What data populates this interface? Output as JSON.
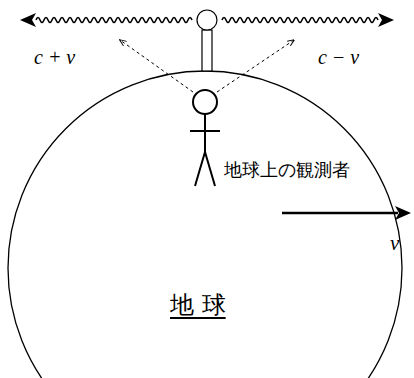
{
  "diagram": {
    "labels": [
      "c + v",
      "c − v",
      "地球上の観測者",
      "v",
      "地 球"
    ]
  }
}
